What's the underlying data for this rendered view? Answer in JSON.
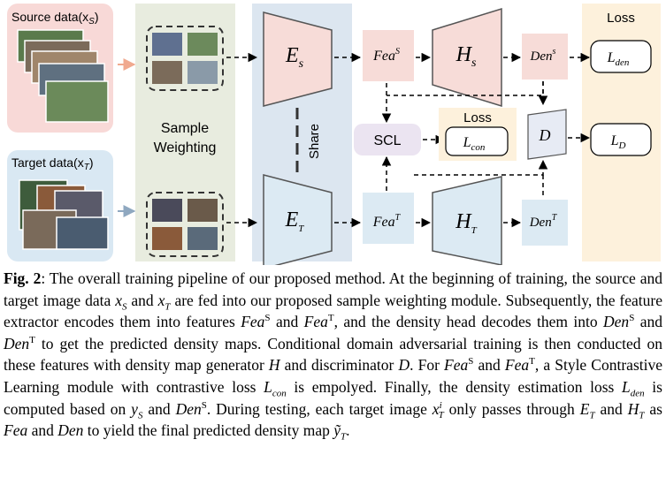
{
  "figure": {
    "source_label": "Source data(x",
    "source_sub": "S",
    "source_close": ")",
    "target_label": "Target data(x",
    "target_sub": "T",
    "target_close": ")",
    "sample_weighting": [
      "Sample",
      "Weighting"
    ],
    "share": "Share",
    "encoder_source": "E",
    "encoder_source_sub": "s",
    "encoder_target": "E",
    "encoder_target_sub": "T",
    "fea_source": "Fea",
    "fea_source_sup": "S",
    "fea_target": "Fea",
    "fea_target_sup": "T",
    "head_source": "H",
    "head_source_sub": "s",
    "head_target": "H",
    "head_target_sub": "T",
    "den_source": "Den",
    "den_source_sup": "s",
    "den_target": "Den",
    "den_target_sup": "T",
    "scl": "SCL",
    "loss_inner_title": "Loss",
    "l_con": "L",
    "l_con_sub": "con",
    "discriminator": "D",
    "loss_title": "Loss",
    "l_den": "L",
    "l_den_sub": "den",
    "l_d": "L",
    "l_d_sub": "D",
    "colors": {
      "source_panel": "#f8d9d7",
      "target_panel": "#d9e8f3",
      "weighting_panel": "#e8ecdf",
      "encoder_panel": "#dce6f0",
      "loss_panel": "#fdf1dc",
      "source_box": "#f7dcd8",
      "target_box": "#dceaf3",
      "scl_box": "#ebe4f1",
      "d_box": "#e7ebf4"
    }
  },
  "caption": {
    "label": "Fig. 2",
    "text_1": ": The overall training pipeline of our proposed method. At the beginning of training, the source and target image data ",
    "xs": "x",
    "xs_sub": "S",
    "text_2": " and ",
    "xt": "x",
    "xt_sub": "T",
    "text_3": " are fed into our proposed sample weighting module. Subsequently, the feature extractor encodes them into features ",
    "fea": "Fea",
    "sup_s": "S",
    "and": " and ",
    "sup_t": "T",
    "text_4": ", and the density head decodes them into ",
    "den": "Den",
    "text_5": " to get the predicted density maps. Conditional domain adversarial training is then conducted on these features with density map generator ",
    "h": "H",
    "text_6": " and discriminator ",
    "d": "D",
    "text_7": ". For ",
    "text_8": ", a Style Contrastive Learning module with contrastive loss ",
    "l": "L",
    "con": "con",
    "text_9": " is empolyed. Finally, the density estimation loss ",
    "den_sub": "den",
    "text_10": " is computed based on ",
    "y": "y",
    "text_11": ". During testing, each target image ",
    "xi_sup": "i",
    "text_12": " only passes through ",
    "e": "E",
    "text_13": " as ",
    "text_14": " to yield the final predicted density map ",
    "y_tilde": "ỹ",
    "text_15": "."
  }
}
